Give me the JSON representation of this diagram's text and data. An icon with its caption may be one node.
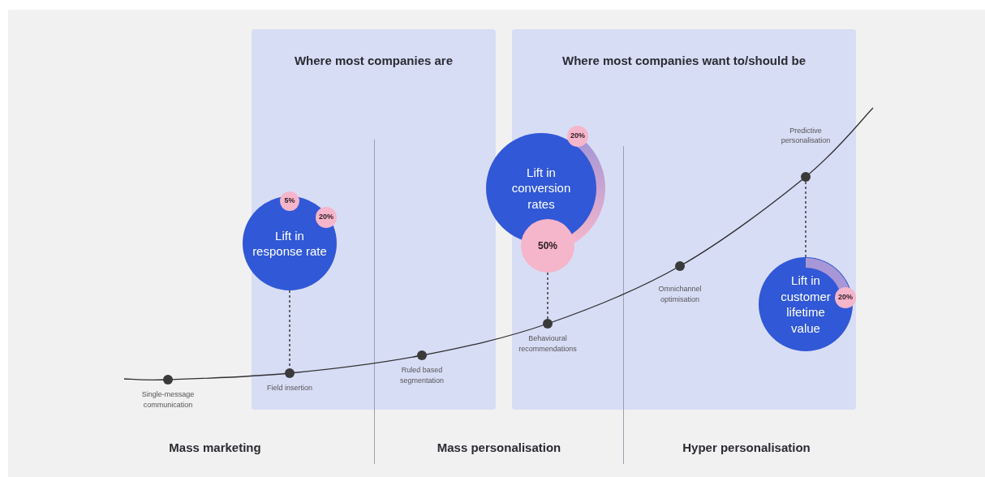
{
  "diagram": {
    "nodes": [
      {
        "text": [
          "Where most companies are"
        ]
      },
      {
        "text": [
          "Where most companies want to/should be"
        ]
      },
      {
        "text": [
          "Lift in response rate"
        ]
      },
      {
        "text": [
          "5%"
        ],
        "in": 0
      },
      {
        "text": [
          "20%"
        ],
        "in": 2
      },
      {
        "text": [
          "Lift in conversion rates"
        ]
      },
      {
        "text": [
          "20%"
        ],
        "in": 1
      },
      {
        "text": [
          "50%"
        ],
        "in": 1
      },
      {
        "text": [
          "Lift in customer lifetime value"
        ],
        "in": 1
      },
      {
        "text": [
          "20%"
        ],
        "in": 1
      },
      {
        "text": [
          "Single-message communication"
        ]
      },
      {
        "text": [
          "Field insertion"
        ],
        "in": 0
      },
      {
        "text": [
          "Ruled based segmentation"
        ],
        "in": 0
      },
      {
        "text": [
          "Behavioural recommendations"
        ],
        "in": 1
      },
      {
        "text": [
          "Omnichannel optimisation"
        ],
        "in": 1
      },
      {
        "text": [
          "Predictive personalisation"
        ],
        "in": 1
      }
    ],
    "edges": [
      {
        "from": null,
        "to": 10,
        "arrow": "none"
      },
      {
        "from": 10,
        "to": 11,
        "arrow": "none"
      },
      {
        "from": 11,
        "to": 12,
        "arrow": "none"
      },
      {
        "from": 12,
        "to": 13,
        "arrow": "none"
      },
      {
        "from": 13,
        "to": 14,
        "arrow": "none"
      },
      {
        "from": 14,
        "to": 15,
        "arrow": "none"
      },
      {
        "from": 15,
        "to": null,
        "arrow": "none"
      },
      {
        "from": 11,
        "to": 2,
        "arrow": "none",
        "style": "dashed"
      },
      {
        "from": 13,
        "to": 7,
        "arrow": "none",
        "style": "dashed"
      },
      {
        "from": 15,
        "to": 8,
        "arrow": "none",
        "style": "dashed"
      }
    ],
    "labels": [
      "Mass marketing",
      "Mass personalisation",
      "Hyper personalisation"
    ]
  }
}
